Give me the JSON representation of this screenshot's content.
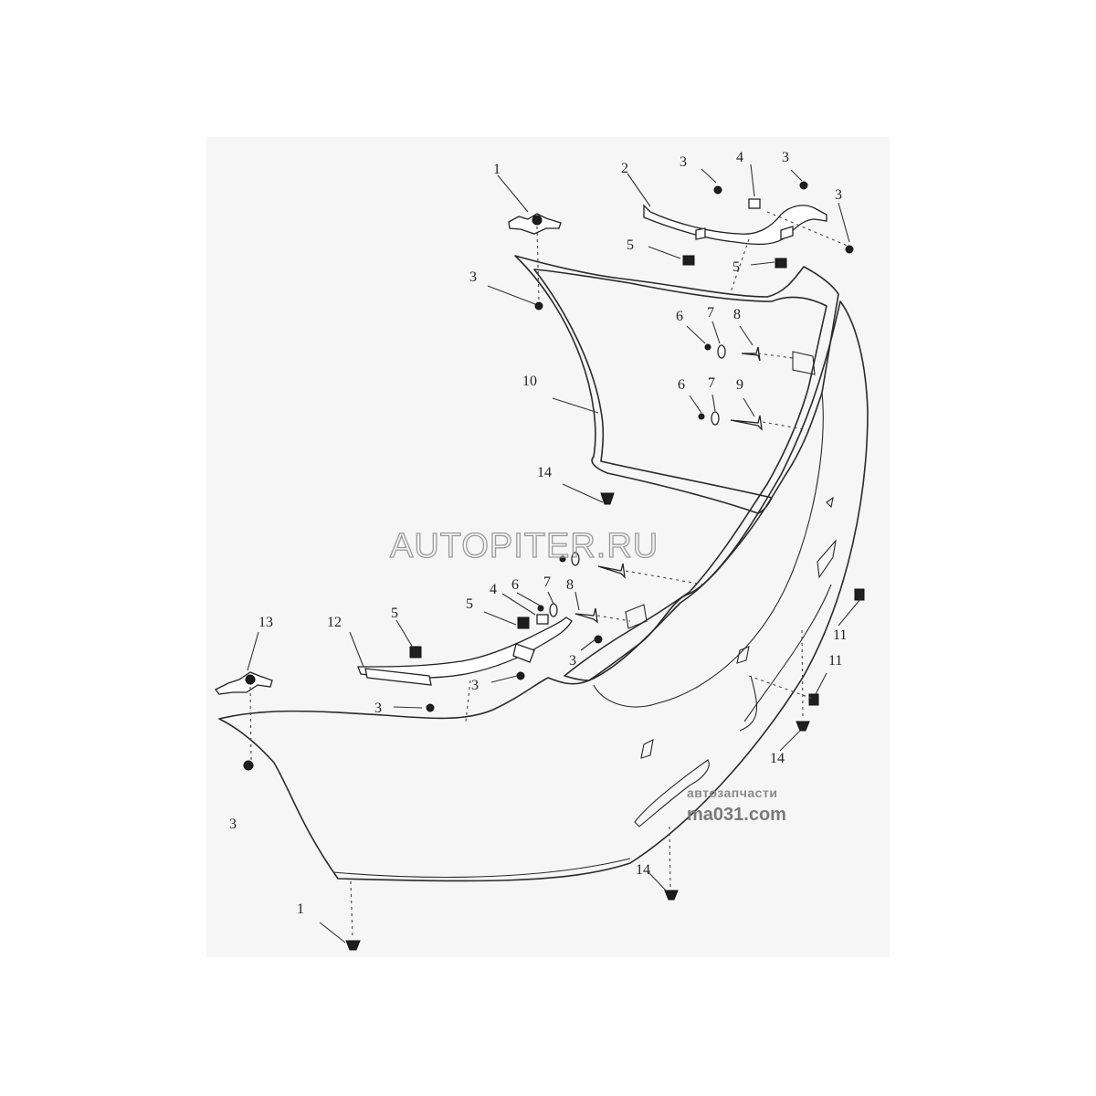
{
  "diagram": {
    "callouts": [
      {
        "id": "c1a",
        "label": "1"
      },
      {
        "id": "c1b",
        "label": "1"
      },
      {
        "id": "c2",
        "label": "2"
      },
      {
        "id": "c3a",
        "label": "3"
      },
      {
        "id": "c3b",
        "label": "3"
      },
      {
        "id": "c3c",
        "label": "3"
      },
      {
        "id": "c3d",
        "label": "3"
      },
      {
        "id": "c3e",
        "label": "3"
      },
      {
        "id": "c3f",
        "label": "3"
      },
      {
        "id": "c3g",
        "label": "3"
      },
      {
        "id": "c3h",
        "label": "3"
      },
      {
        "id": "c4a",
        "label": "4"
      },
      {
        "id": "c4b",
        "label": "4"
      },
      {
        "id": "c5a",
        "label": "5"
      },
      {
        "id": "c5b",
        "label": "5"
      },
      {
        "id": "c5c",
        "label": "5"
      },
      {
        "id": "c5d",
        "label": "5"
      },
      {
        "id": "c6a",
        "label": "6"
      },
      {
        "id": "c6b",
        "label": "6"
      },
      {
        "id": "c6c",
        "label": "6"
      },
      {
        "id": "c7a",
        "label": "7"
      },
      {
        "id": "c7b",
        "label": "7"
      },
      {
        "id": "c7c",
        "label": "7"
      },
      {
        "id": "c8a",
        "label": "8"
      },
      {
        "id": "c8b",
        "label": "8"
      },
      {
        "id": "c9",
        "label": "9"
      },
      {
        "id": "c10",
        "label": "10"
      },
      {
        "id": "c11a",
        "label": "11"
      },
      {
        "id": "c11b",
        "label": "11"
      },
      {
        "id": "c12",
        "label": "12"
      },
      {
        "id": "c13",
        "label": "13"
      },
      {
        "id": "c14a",
        "label": "14"
      },
      {
        "id": "c14b",
        "label": "14"
      },
      {
        "id": "c14c",
        "label": "14"
      }
    ]
  },
  "watermarks": {
    "main": "AUTOPITER.RU",
    "secondary_line1": "автозапчасти",
    "secondary_line2": "ma031.com"
  }
}
